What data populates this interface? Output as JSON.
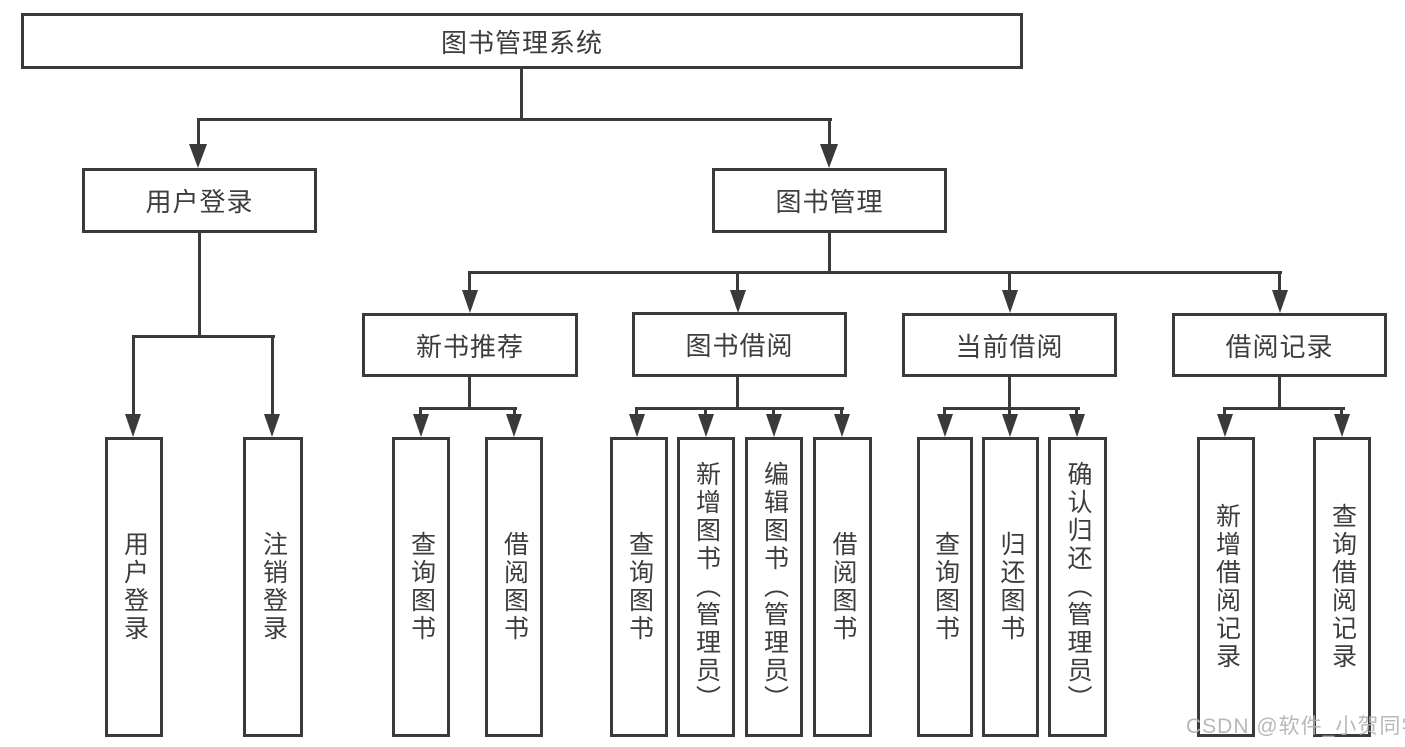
{
  "diagram": {
    "nodes": {
      "root": "图书管理系统",
      "user_login": "用户登录",
      "book_mgmt": "图书管理",
      "new_book_rec": "新书推荐",
      "book_borrow": "图书借阅",
      "current_borrow": "当前借阅",
      "borrow_records": "借阅记录"
    },
    "leaves": [
      "用户登录",
      "注销登录",
      "查询图书",
      "借阅图书",
      "查询图书",
      "新增图书（管理员）",
      "编辑图书（管理员）",
      "借阅图书",
      "查询图书",
      "归还图书",
      "确认归还（管理员）",
      "新增借阅记录",
      "查询借阅记录"
    ],
    "watermark": "CSDN @软件_小贺同学",
    "colors": {
      "line": "#3a3a3a",
      "text": "#3d3d3d",
      "background": "#ffffff",
      "watermark": "#b2b2b2"
    }
  }
}
